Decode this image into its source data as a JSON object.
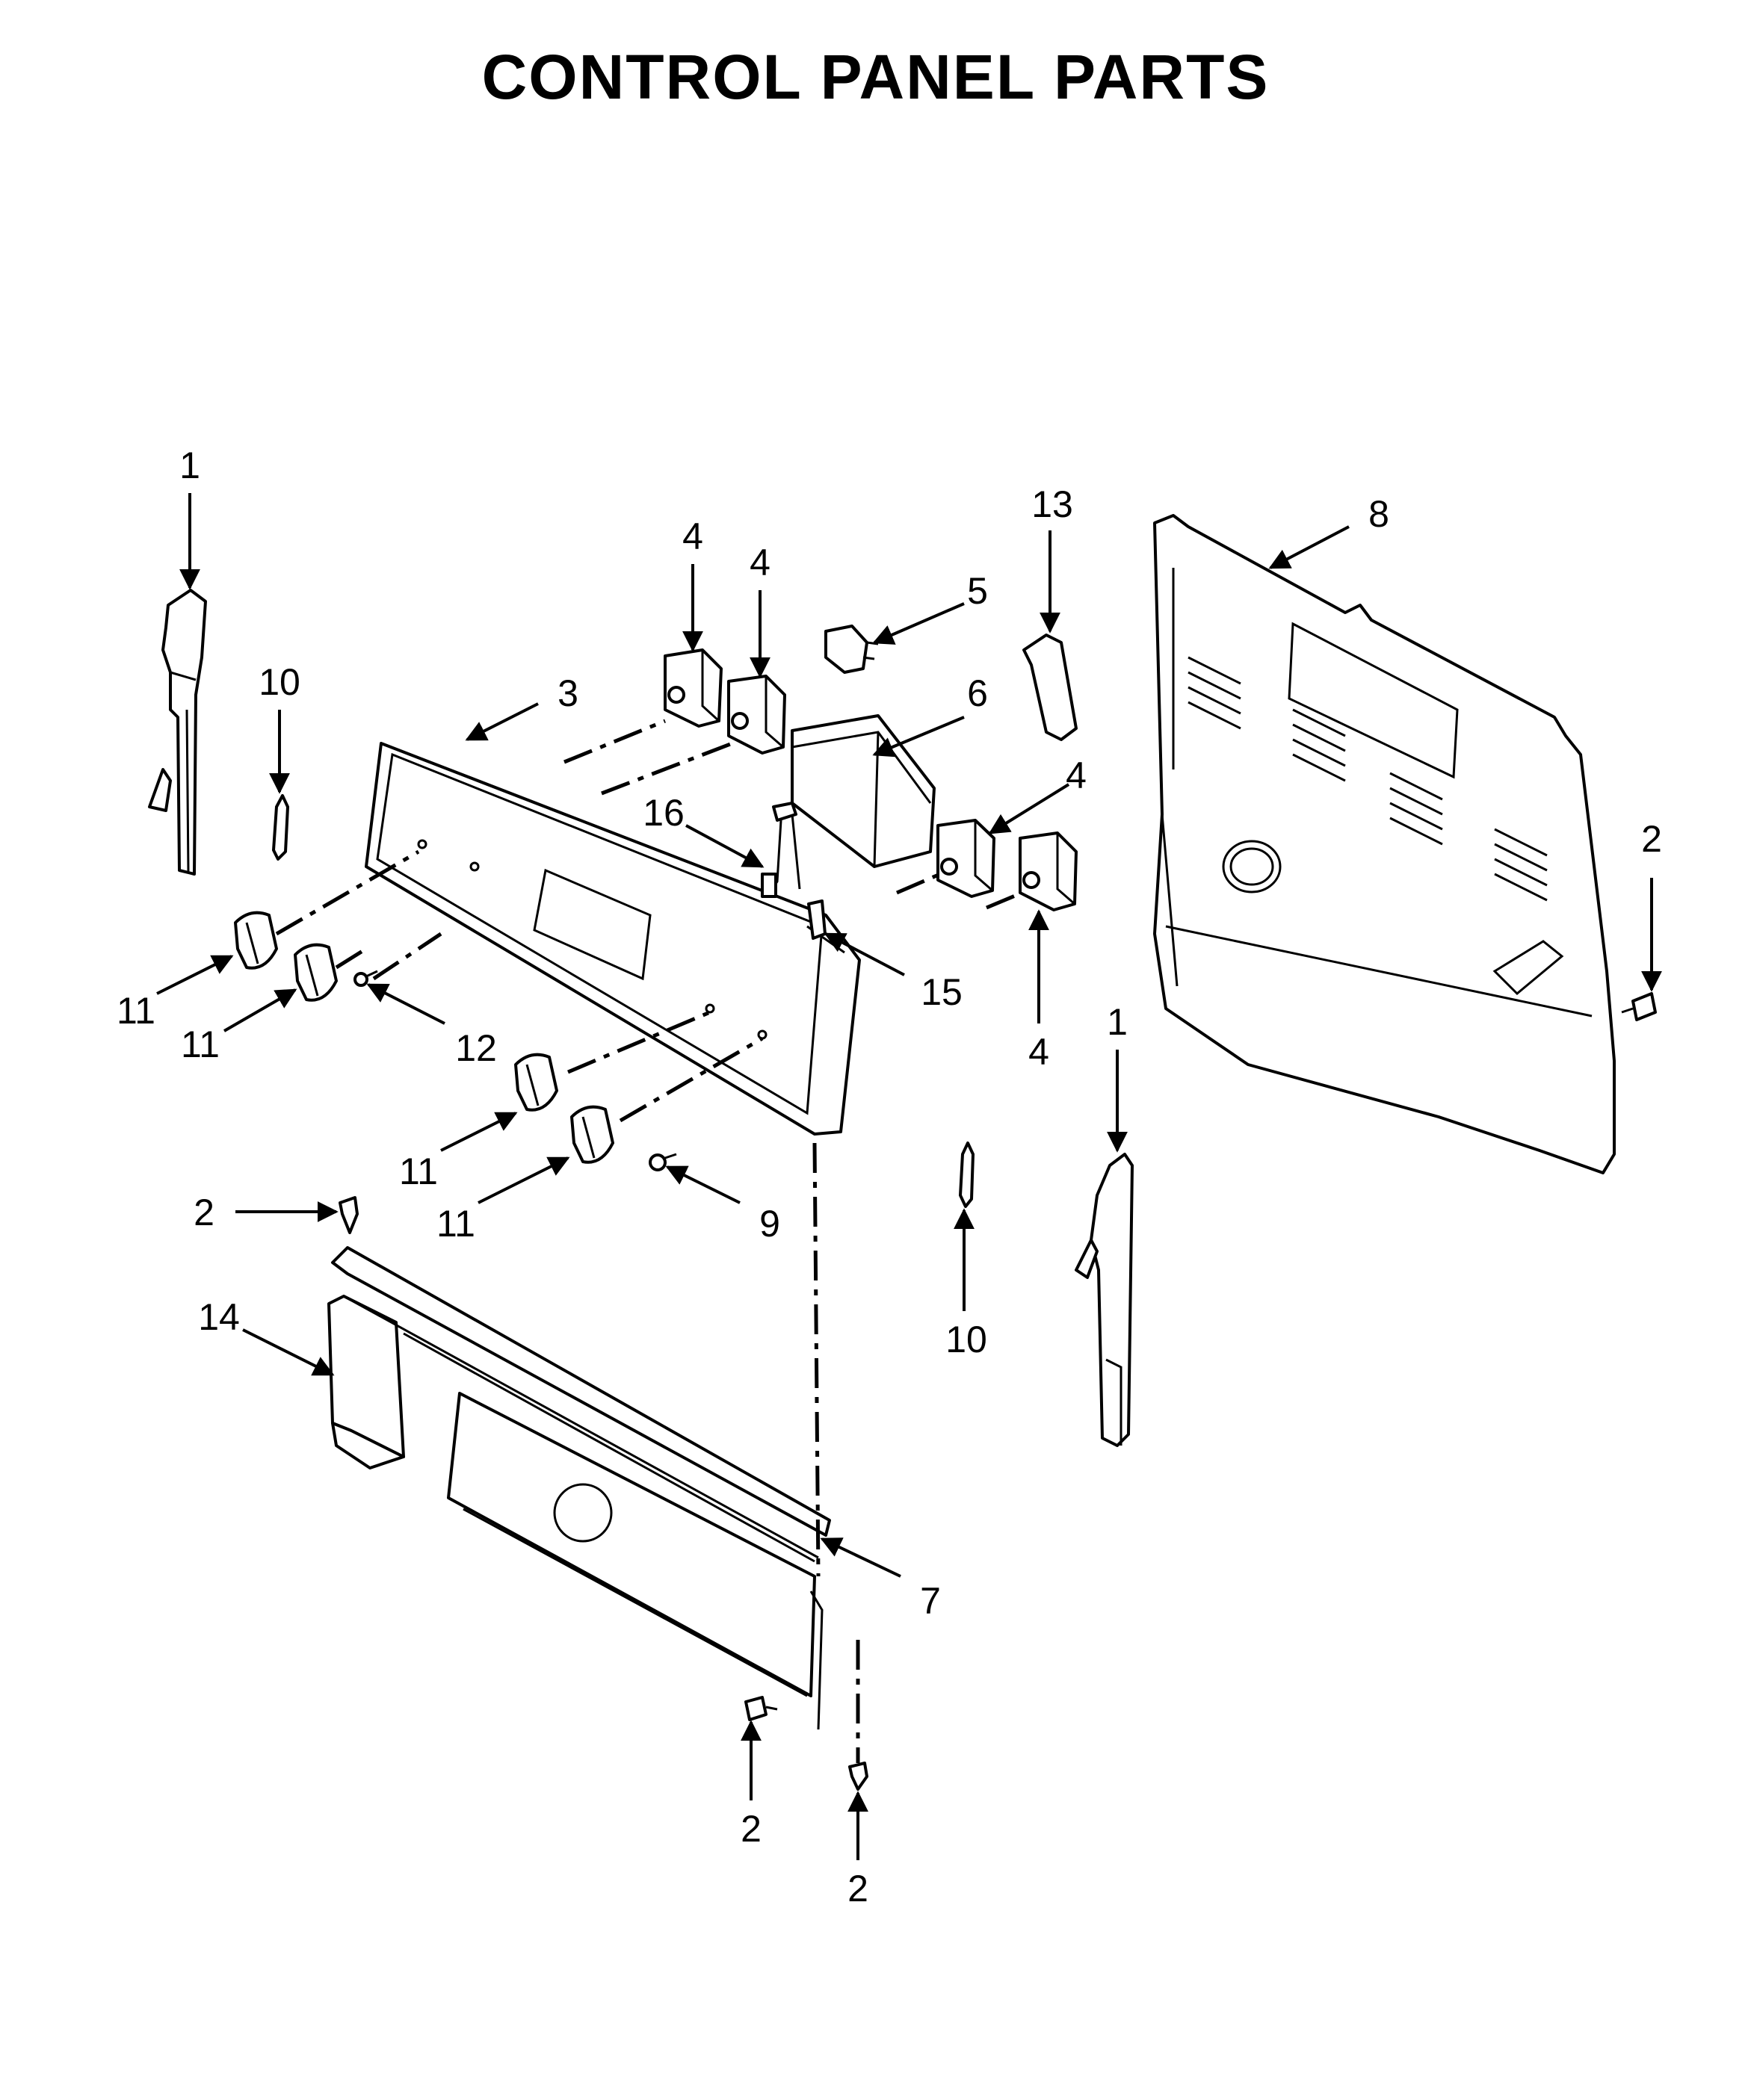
{
  "title": "CONTROL PANEL PARTS",
  "callouts": [
    {
      "id": "c1a",
      "text": "1"
    },
    {
      "id": "c10a",
      "text": "10"
    },
    {
      "id": "c3",
      "text": "3"
    },
    {
      "id": "c4a",
      "text": "4"
    },
    {
      "id": "c4b",
      "text": "4"
    },
    {
      "id": "c5",
      "text": "5"
    },
    {
      "id": "c13",
      "text": "13"
    },
    {
      "id": "c8",
      "text": "8"
    },
    {
      "id": "c6",
      "text": "6"
    },
    {
      "id": "c16",
      "text": "16"
    },
    {
      "id": "c4c",
      "text": "4"
    },
    {
      "id": "c2a",
      "text": "2"
    },
    {
      "id": "c11a",
      "text": "11"
    },
    {
      "id": "c11b",
      "text": "11"
    },
    {
      "id": "c12",
      "text": "12"
    },
    {
      "id": "c15",
      "text": "15"
    },
    {
      "id": "c4d",
      "text": "4"
    },
    {
      "id": "c1b",
      "text": "1"
    },
    {
      "id": "c11c",
      "text": "11"
    },
    {
      "id": "c11d",
      "text": "11"
    },
    {
      "id": "c9",
      "text": "9"
    },
    {
      "id": "c2b",
      "text": "2"
    },
    {
      "id": "c14",
      "text": "14"
    },
    {
      "id": "c10b",
      "text": "10"
    },
    {
      "id": "c7",
      "text": "7"
    },
    {
      "id": "c2c",
      "text": "2"
    },
    {
      "id": "c2d",
      "text": "2"
    }
  ]
}
